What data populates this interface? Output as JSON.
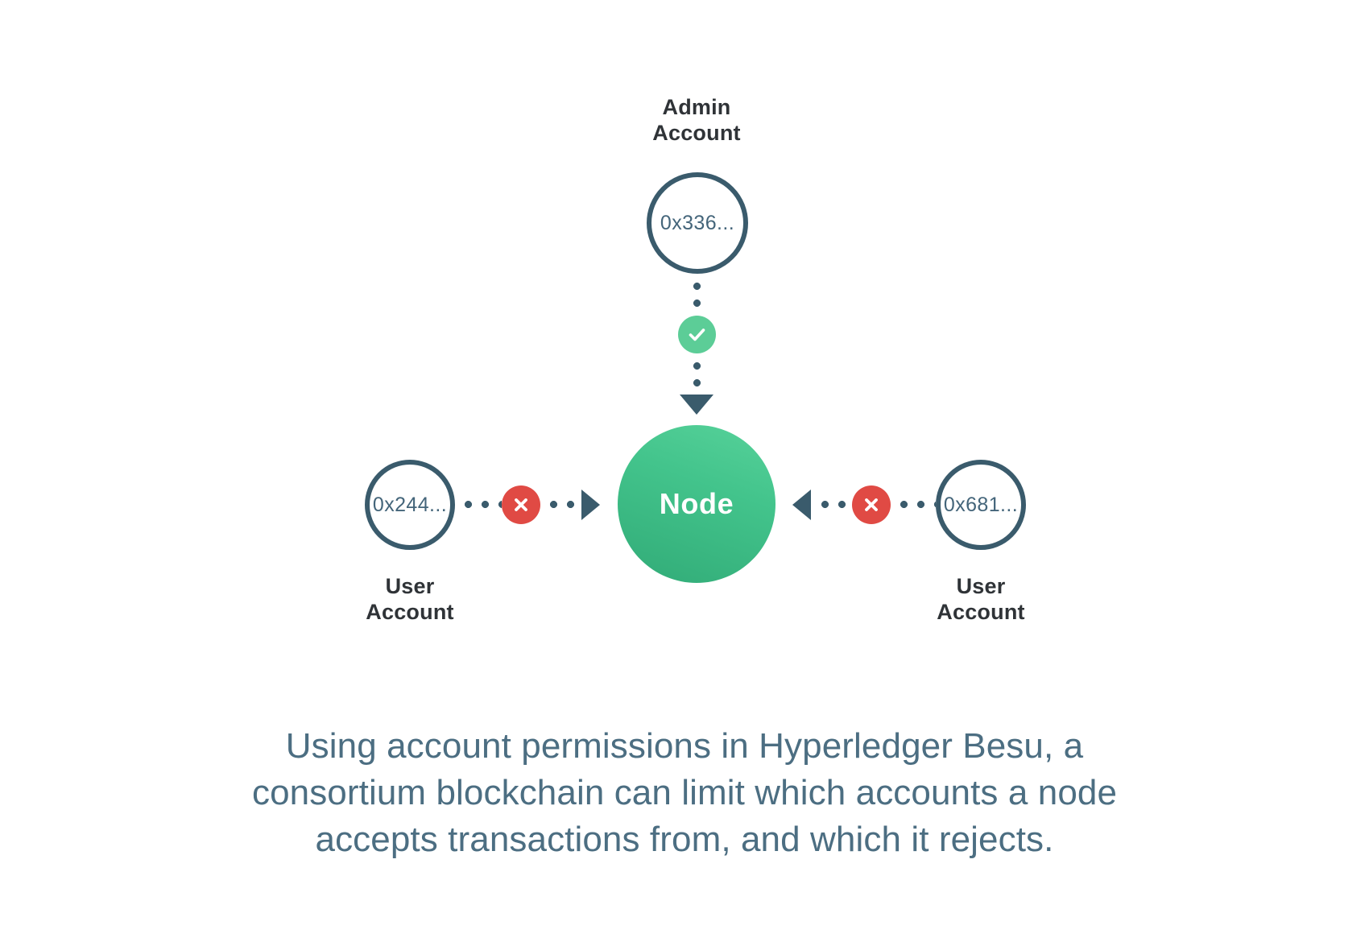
{
  "diagram": {
    "admin": {
      "role_label": "Admin\nAccount",
      "address": "0x336...",
      "status_icon": "check-icon",
      "status": "allowed"
    },
    "node": {
      "label": "Node"
    },
    "left_user": {
      "role_label": "User\nAccount",
      "address": "0x244...",
      "status_icon": "x-icon",
      "status": "rejected"
    },
    "right_user": {
      "role_label": "User\nAccount",
      "address": "0x681...",
      "status_icon": "x-icon",
      "status": "rejected"
    }
  },
  "caption": {
    "text": "Using account permissions in Hyperledger Besu, a consortium blockchain can limit which accounts a node accepts transactions from, and which it rejects."
  },
  "colors": {
    "stroke_slate": "#3a5b6c",
    "address_text": "#44657a",
    "node_green": "#43c48c",
    "allow_green": "#5ccd97",
    "deny_red": "#e04a44",
    "caption_blue": "#4c6e82",
    "label_dark": "#2f3337",
    "background": "#ffffff"
  }
}
